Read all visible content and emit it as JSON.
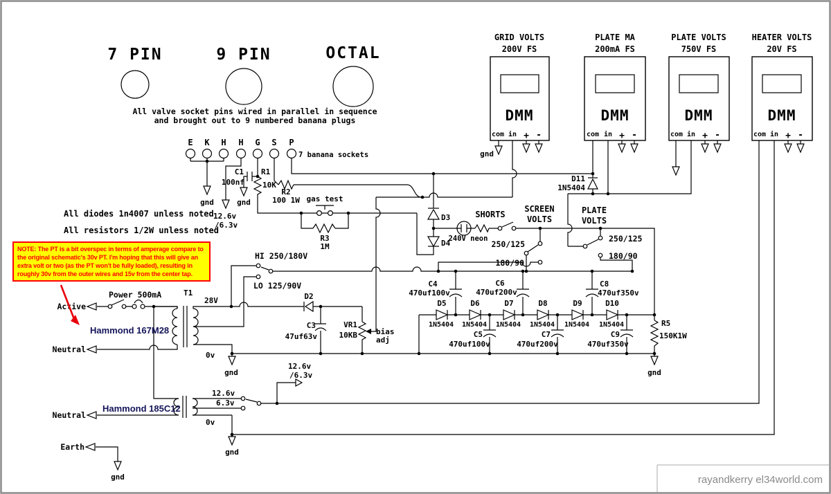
{
  "header": {
    "pin7": "7 PIN",
    "pin9": "9 PIN",
    "octal": "OCTAL",
    "wiring_note_1": "All valve socket pins wired in parallel in sequence",
    "wiring_note_2": "and brought out to 9 numbered banana plugs"
  },
  "banana": {
    "pins": [
      "E",
      "K",
      "H",
      "H",
      "G",
      "S",
      "P"
    ],
    "caption": "7 banana sockets"
  },
  "meters": [
    {
      "title": "GRID VOLTS",
      "fs": "200V FS",
      "display": "DMM"
    },
    {
      "title": "PLATE MA",
      "fs": "200mA FS",
      "display": "DMM"
    },
    {
      "title": "PLATE VOLTS",
      "fs": "750V FS",
      "display": "DMM"
    },
    {
      "title": "HEATER VOLTS",
      "fs": "20V FS",
      "display": "DMM"
    }
  ],
  "meter_terminals": [
    "com",
    "in",
    "+",
    "-"
  ],
  "notes": {
    "diodes": "All diodes 1n4007 unless noted",
    "resistors": "All resistors 1/2W unless noted",
    "pt_note": "NOTE: The PT is a bit overspec in terms of amperage compare to the original schematic's 30v PT.  I'm hoping that this will give an extra volt or two (as the PT won't be fully loaded), resulting in roughly 30v from the outer wires and 15v from the center tap."
  },
  "components": {
    "r1": "R1",
    "r1_value": "10K",
    "c1": "C1",
    "c1_value": "100nf",
    "r2": "R2",
    "r2_value": "100 1W",
    "gas_test": "gas test",
    "r3": "R3",
    "r3_value": "1M",
    "d2": "D2",
    "c3": "C3",
    "c3_value": "47uf63v",
    "vr1": "VR1",
    "vr1_value": "10KB",
    "bias_line1": "bias",
    "bias_line2": "adj",
    "d3": "D3",
    "d4": "D4",
    "d11": "D11",
    "rect_diode": "1N5404",
    "neon": "240V neon",
    "shorts": "SHORTS",
    "c4": "C4",
    "c4_value": "470uf100v",
    "c5": "C5",
    "c5_value": "470uf100v",
    "c6": "C6",
    "c6_value": "470uf200v",
    "c7": "C7",
    "c7_value": "470uf200v",
    "c8": "C8",
    "c8_value": "470uf350v",
    "c9": "C9",
    "c9_value": "470uf350v",
    "d5": "D5",
    "d6": "D6",
    "d7": "D7",
    "d8": "D8",
    "d9": "D9",
    "d10": "D10",
    "r5": "R5",
    "r5_value": "150K1W",
    "t1": "T1"
  },
  "switches": {
    "hi": "HI 250/180V",
    "lo": "LO 125/90V",
    "screen_1": "SCREEN",
    "screen_2": "VOLTS",
    "plate_1": "PLATE",
    "plate_2": "VOLTS",
    "sel_250": "250/125",
    "sel_180": "180/90",
    "power": "Power 500mA"
  },
  "power": {
    "active": "Active",
    "neutral": "Neutral",
    "earth": "Earth",
    "v28": "28V",
    "hammond_t1": "Hammond 167M28",
    "hammond_t2": "Hammond 185C12",
    "v0": "0v",
    "gnd": "gnd",
    "v126_conn": "12.6v",
    "v63_conn": "/6.3v",
    "v126_tap": "12.6v",
    "v63_tap": "6.3v"
  },
  "watermark": "rayandkerry el34world.com"
}
